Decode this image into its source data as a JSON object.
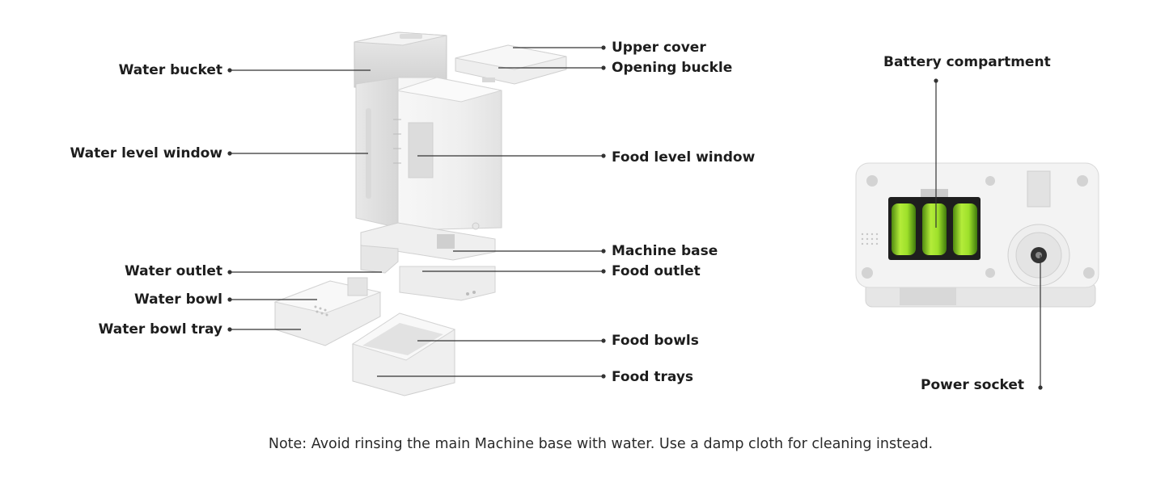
{
  "labels": {
    "water_bucket": "Water bucket",
    "water_level_window": "Water level window",
    "water_outlet": "Water outlet",
    "water_bowl": "Water bowl",
    "water_bowl_tray": "Water bowl tray",
    "upper_cover": "Upper cover",
    "opening_buckle": "Opening buckle",
    "food_level_window": "Food level window",
    "machine_base": "Machine base",
    "food_outlet": "Food outlet",
    "food_bowls": "Food bowls",
    "food_trays": "Food trays",
    "battery_compartment": "Battery compartment",
    "power_socket": "Power socket"
  },
  "note": "Note: Avoid rinsing the main Machine base with water. Use a damp cloth for cleaning instead.",
  "colors": {
    "label_text": "#1d1d1d",
    "leader_line": "#333333",
    "battery_green": "#8fd11f",
    "device_white": "#f4f4f4",
    "device_shadow": "#d9d9d9"
  }
}
